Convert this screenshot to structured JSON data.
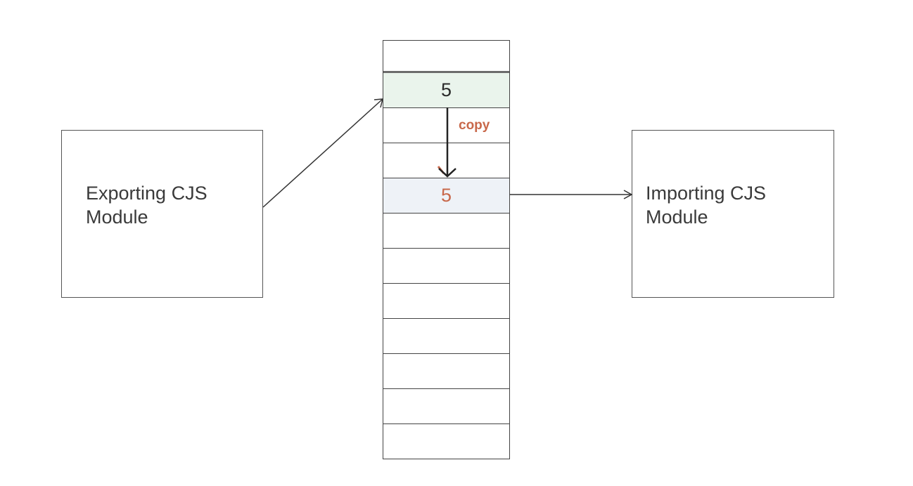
{
  "exporting_module": {
    "label_line1": "Exporting CJS",
    "label_line2": "Module"
  },
  "importing_module": {
    "label_line1": "Importing CJS",
    "label_line2": "Module"
  },
  "memory": {
    "cells": [
      {
        "value": ""
      },
      {
        "value": "5"
      },
      {
        "value": ""
      },
      {
        "value": ""
      },
      {
        "value": "5"
      },
      {
        "value": ""
      },
      {
        "value": ""
      },
      {
        "value": ""
      },
      {
        "value": ""
      },
      {
        "value": ""
      },
      {
        "value": ""
      },
      {
        "value": ""
      }
    ]
  },
  "copy_label": "copy",
  "colors": {
    "source_cell_bg": "#eaf4ec",
    "target_cell_bg": "#eef2f7",
    "accent_orange": "#c8684a",
    "line": "#444444",
    "arrow_dark": "#222222"
  }
}
